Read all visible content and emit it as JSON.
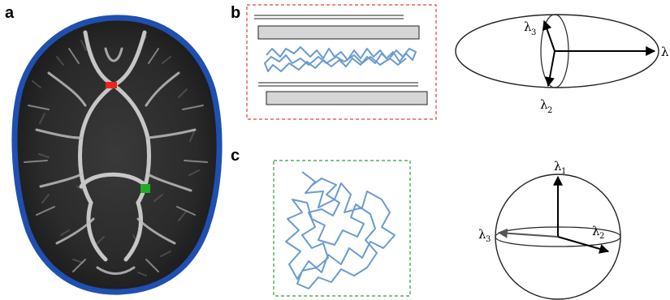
{
  "panels": {
    "a": {
      "letter": "a"
    },
    "b": {
      "letter": "b",
      "ellipsoid_labels": {
        "main": "λ",
        "up_base": "λ",
        "up_sub": "3",
        "down_base": "λ",
        "down_sub": "2"
      }
    },
    "c": {
      "letter": "c",
      "sphere_labels": {
        "top_base": "λ",
        "top_sub": "1",
        "left_base": "λ",
        "left_sub": "3",
        "right_base": "λ",
        "right_sub": "2"
      }
    }
  },
  "colors": {
    "brain_outline": "#1f4fb0",
    "roi_frontal": "#e8251f",
    "roi_posterior": "#1faa2a",
    "box_b": "#e0443a",
    "box_c": "#2f9e3a",
    "diffusion_path": "#6a9bd0",
    "fiber_fill": "#d6d6d6"
  }
}
